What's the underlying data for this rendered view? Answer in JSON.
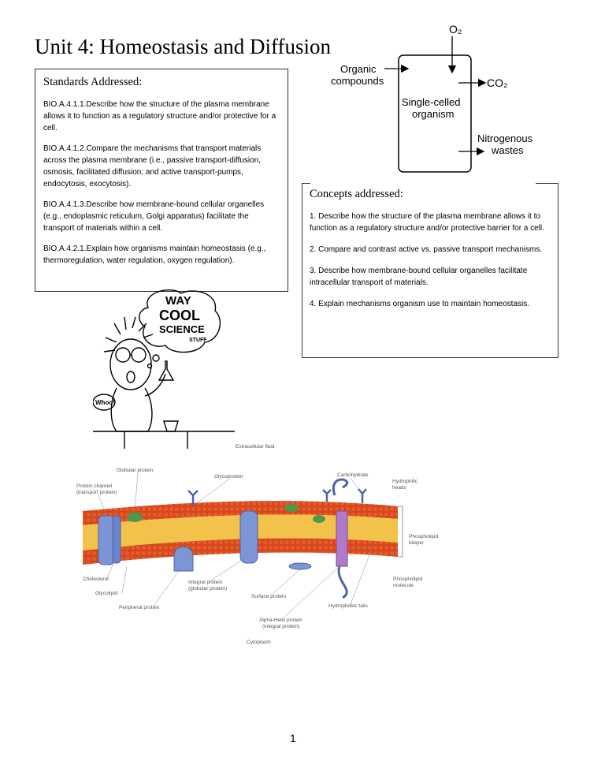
{
  "title": "Unit 4: Homeostasis and Diffusion",
  "standards": {
    "heading": "Standards Addressed:",
    "items": [
      "BIO.A.4.1.1.Describe how the structure of the plasma membrane allows it to function as a regulatory structure and/or protective for a cell.",
      "BIO.A.4.1.2.Compare the mechanisms that transport materials across the plasma membrane (i.e., passive transport-diffusion, osmosis, facilitated diffusion; and active transport-pumps, endocytosis, exocytosis).",
      "BIO.A.4.1.3.Describe how membrane-bound cellular organelles (e.g., endoplasmic reticulum, Golgi apparatus) facilitate the transport of materials within a cell.",
      "BIO.A.4.2.1.Explain how organisms maintain homeostasis (e.g., thermoregulation, water regulation, oxygen regulation)."
    ]
  },
  "concepts": {
    "heading": "Concepts addressed:",
    "items": [
      "1. Describe how the structure of the plasma membrane allows it to function as a regulatory structure and/or protective barrier for a cell.",
      "2. Compare and contrast active vs. passive transport mechanisms.",
      "3. Describe how membrane-bound cellular organelles facilitate intracellular transport of materials.",
      "4. Explain mechanisms organism use to maintain homeostasis."
    ]
  },
  "organism_diagram": {
    "o2": "O₂",
    "organic_1": "Organic",
    "organic_2": "compounds",
    "co2": "CO₂",
    "cell_1": "Single-celled",
    "cell_2": "organism",
    "nitro_1": "Nitrogenous",
    "nitro_2": "wastes"
  },
  "cartoon": {
    "banner_1": "WAY",
    "banner_2": "COOL",
    "banner_3": "SCIENCE",
    "banner_4": "STUFF",
    "speech": "Whoo!"
  },
  "membrane": {
    "extracellular": "Extracellular fluid",
    "globular": "Globular protein",
    "glycoprotein": "Glycoprotein",
    "carbohydrate": "Carbohydrate",
    "channel_1": "Protein channel",
    "channel_2": "(transport protein)",
    "hydrophilic_1": "Hydrophilic",
    "hydrophilic_2": "heads",
    "bilayer_1": "Phospholipid",
    "bilayer_2": "bilayer",
    "cholesterol": "Cholesterol",
    "glycolipid": "Glycolipid",
    "peripheral": "Peripheral protein",
    "integral_1": "Integral protein",
    "integral_2": "(globular protein)",
    "surface": "Surface protein",
    "molecule_1": "Phospholipid",
    "molecule_2": "molecule",
    "hydrophobic": "Hydrophobic tails",
    "alpha_1": "Alpha-Helix protein",
    "alpha_2": "(integral protein)",
    "cytoplasm": "Cytoplasm"
  },
  "page_number": "1"
}
